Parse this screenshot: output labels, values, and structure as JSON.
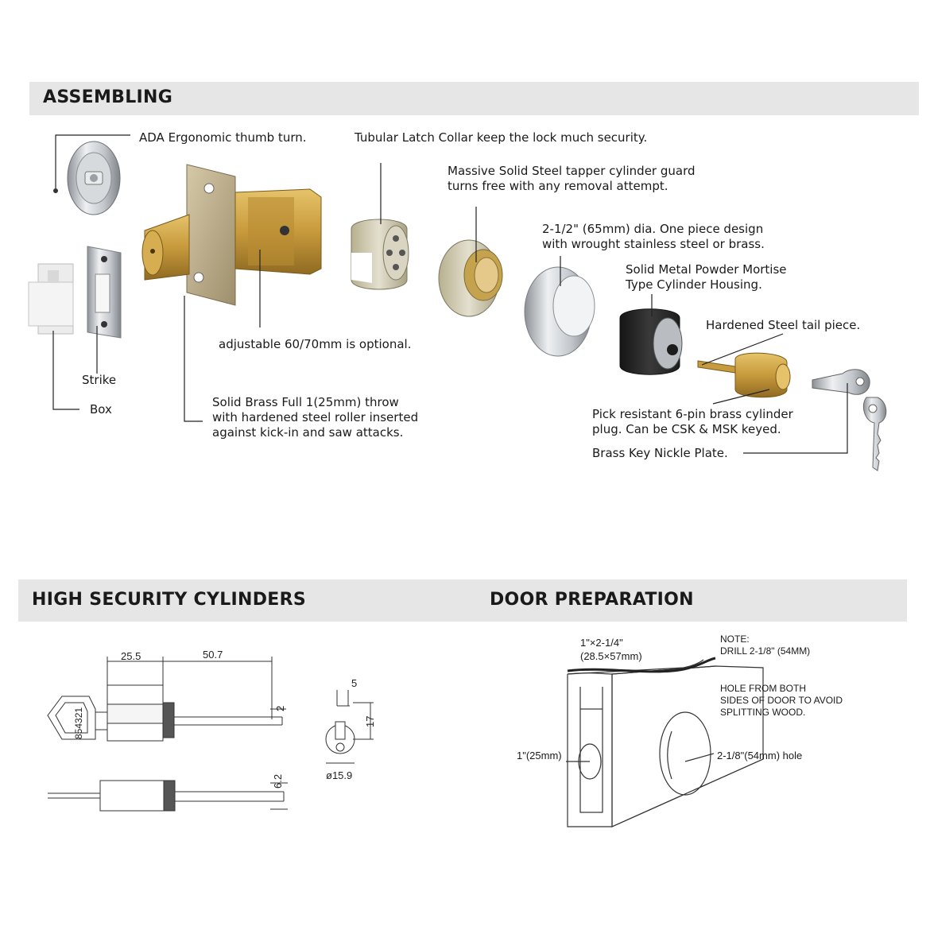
{
  "sections": {
    "assembling": "ASSEMBLING",
    "high_security": "HIGH SECURITY CYLINDERS",
    "door_prep": "DOOR PREPARATION"
  },
  "assembling_labels": {
    "thumb_turn": "ADA Ergonomic thumb turn.",
    "latch_collar": "Tubular Latch Collar keep the lock much security.",
    "cylinder_guard_1": "Massive Solid Steel tapper cylinder guard",
    "cylinder_guard_2": "turns free with any removal attempt.",
    "dia_1": "2-1/2\" (65mm) dia. One piece design",
    "dia_2": "with wrought stainless steel or brass.",
    "housing_1": "Solid Metal Powder Mortise",
    "housing_2": "Type Cylinder Housing.",
    "tail_piece": "Hardened Steel tail piece.",
    "adjustable": "adjustable 60/70mm is optional.",
    "strike": "Strike",
    "box": "Box",
    "throw_1": "Solid Brass Full 1(25mm) throw",
    "throw_2": "with hardened steel roller inserted",
    "throw_3": "against kick-in and saw attacks.",
    "pick_1": "Pick resistant 6-pin brass cylinder",
    "pick_2": "plug. Can be CSK & MSK keyed.",
    "key": "Brass Key Nickle Plate."
  },
  "cylinder_dims": {
    "d1": "25.5",
    "d2": "50.7",
    "d3": "2",
    "d4": "6.2",
    "d5": "5",
    "d6": "17",
    "d7": "ø15.9",
    "key_code": "854321"
  },
  "door_labels": {
    "dim_top_1": "1\"×2-1/4\"",
    "dim_top_2": "(28.5×57mm)",
    "note_1": "NOTE:",
    "note_2": "DRILL 2-1/8\" (54MM)",
    "hole_1": "HOLE FROM BOTH",
    "hole_2": "SIDES OF DOOR TO AVOID",
    "hole_3": "SPLITTING WOOD.",
    "edge_hole": "1\"(25mm)",
    "face_hole": "2-1/8\"(54mm) hole"
  },
  "colors": {
    "band": "#e6e6e6",
    "brass": "#c8a24a",
    "chrome": "#c9ccd0",
    "dark_housing": "#2a2a2a"
  }
}
